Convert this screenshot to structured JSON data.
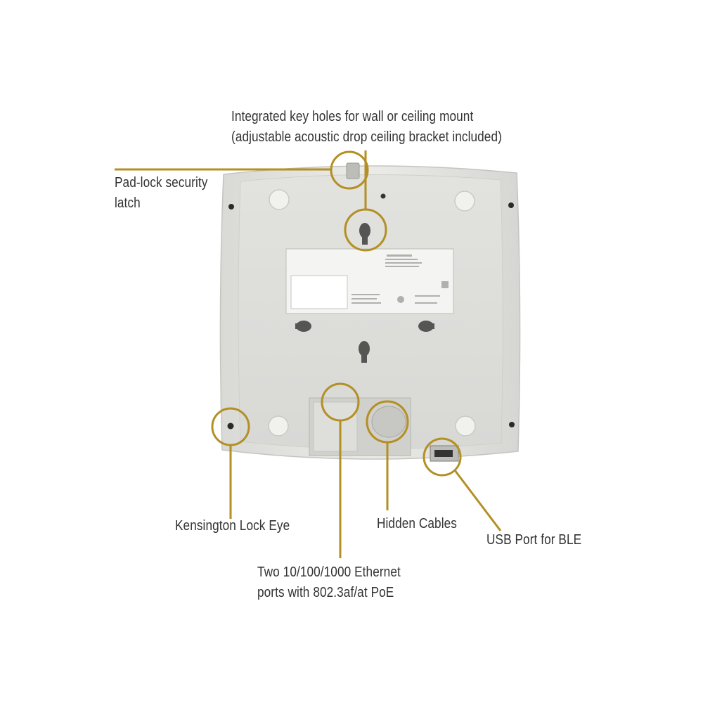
{
  "accent_color": "#b38f24",
  "device_color": "#e4e4e1",
  "callouts": {
    "key_holes": {
      "line1": "Integrated key holes for wall or ceiling mount",
      "line2": "(adjustable acoustic drop ceiling bracket included)"
    },
    "padlock": {
      "line1": "Pad-lock security",
      "line2": "latch"
    },
    "kensington": {
      "text": "Kensington Lock Eye"
    },
    "hidden_cables": {
      "text": "Hidden Cables"
    },
    "ethernet": {
      "line1": "Two 10/100/1000 Ethernet",
      "line2": "ports with 802.3af/at PoE"
    },
    "usb": {
      "text": "USB Port for BLE"
    }
  }
}
